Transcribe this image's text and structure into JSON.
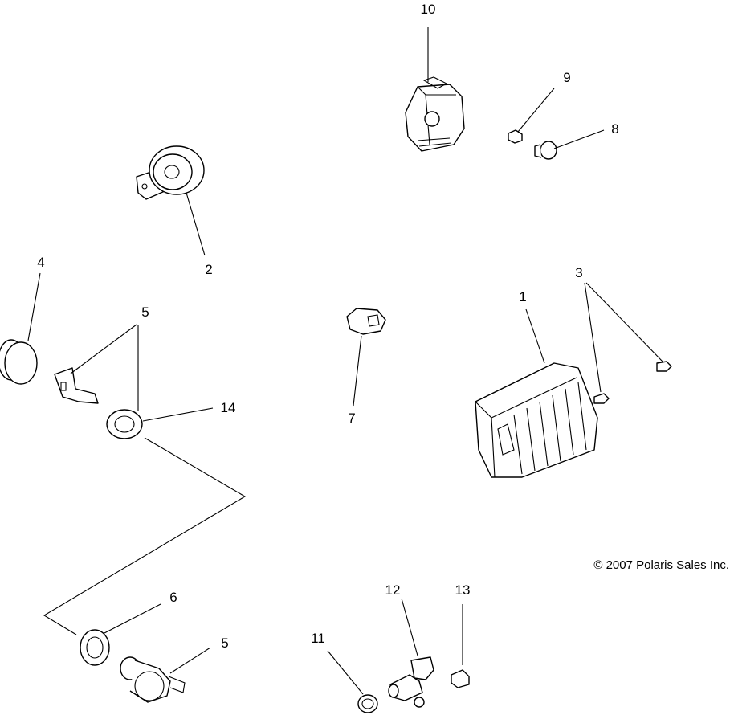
{
  "copyright": "© 2007 Polaris Sales Inc.",
  "callouts": {
    "c1": "1",
    "c2": "2",
    "c3": "3",
    "c4": "4",
    "c5a": "5",
    "c5b": "5",
    "c6": "6",
    "c7": "7",
    "c8": "8",
    "c9": "9",
    "c10": "10",
    "c11": "11",
    "c12": "12",
    "c13": "13",
    "c14": "14"
  }
}
